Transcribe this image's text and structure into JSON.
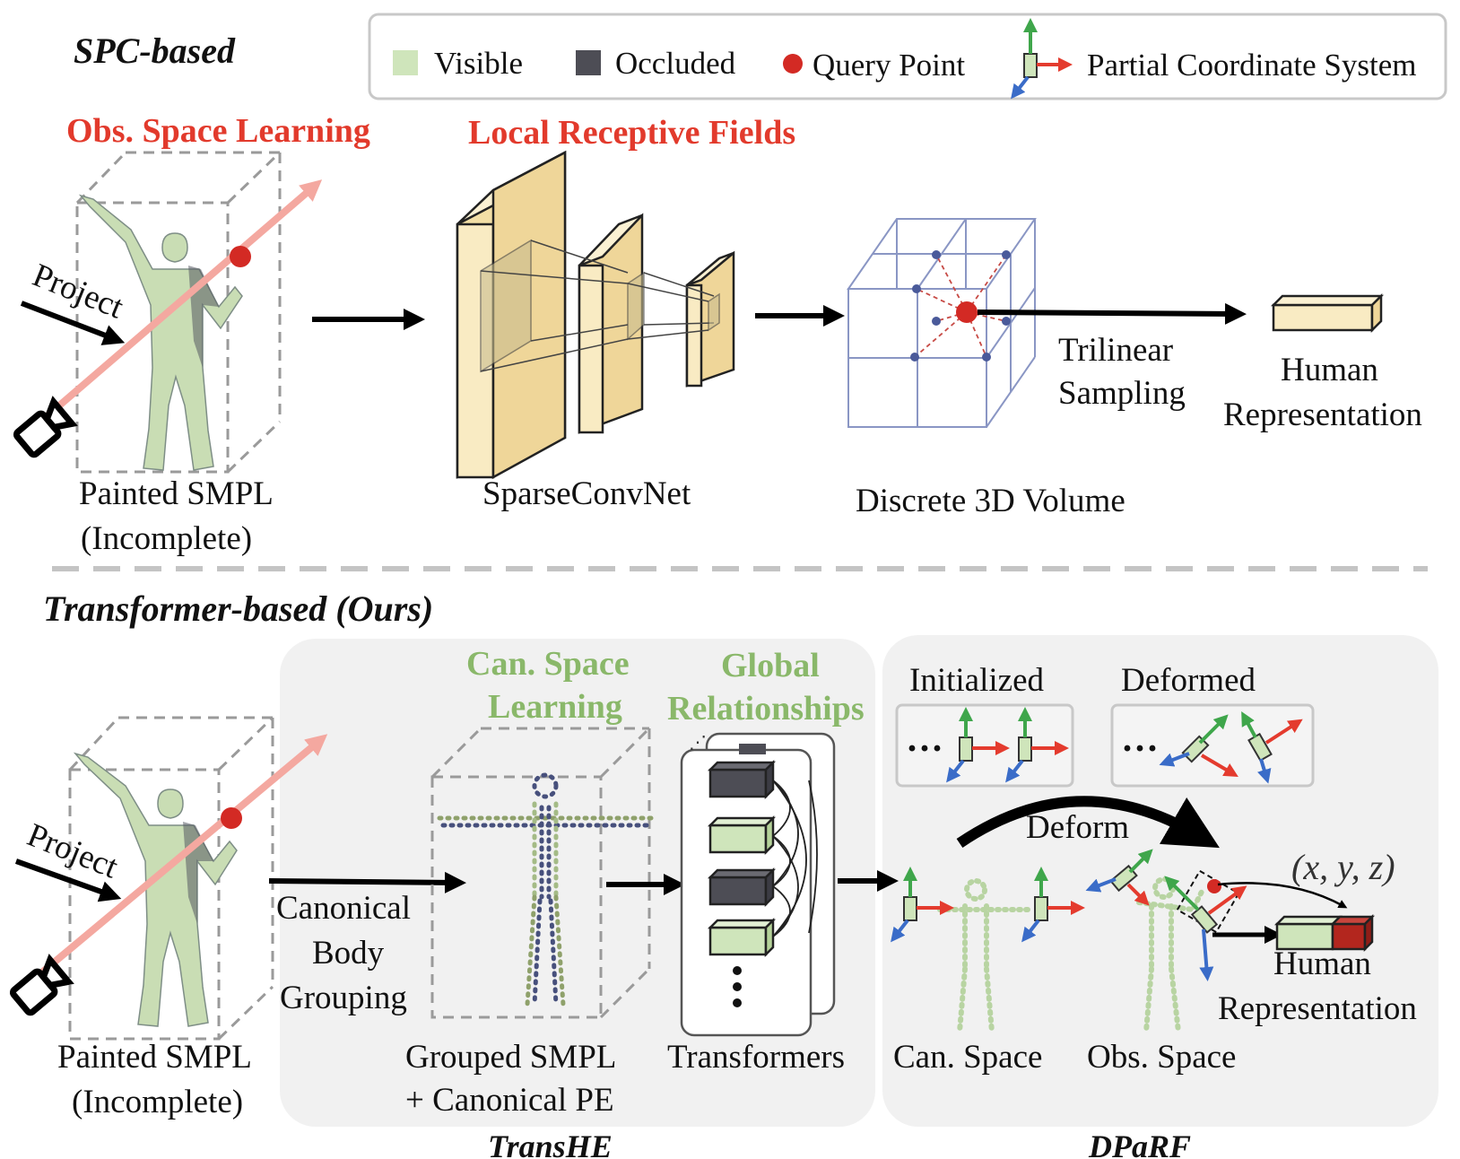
{
  "colors": {
    "visible": "#cfe5bb",
    "occluded": "#4d4d55",
    "query_point": "#d32a24",
    "feature": "#f9ebc3",
    "red_label": "#e23a2c",
    "green_label": "#8ab86a",
    "axis_x": "#e43b2e",
    "axis_y": "#3fa64b",
    "axis_z": "#3a6cc8"
  },
  "legend": {
    "visible": "Visible",
    "occluded": "Occluded",
    "query_point": "Query Point",
    "partial_coordinate_system": "Partial Coordinate System"
  },
  "top": {
    "heading": "SPC-based",
    "obs_space_learning": "Obs.  Space Learning",
    "local_receptive_fields": "Local Receptive Fields",
    "project": "Project",
    "painted_smpl_line1": "Painted SMPL",
    "painted_smpl_line2": "(Incomplete)",
    "sparseconvnet": "SparseConvNet",
    "discrete_volume": "Discrete 3D Volume",
    "trilinear_line1": "Trilinear",
    "trilinear_line2": "Sampling",
    "human_rep_line1": "Human",
    "human_rep_line2": "Representation"
  },
  "bottom": {
    "heading": "Transformer-based (Ours)",
    "project": "Project",
    "painted_smpl_line1": "Painted SMPL",
    "painted_smpl_line2": "(Incomplete)",
    "canonical_line1": "Canonical",
    "canonical_line2": "Body",
    "canonical_line3": "Grouping",
    "can_space_line1": "Can.  Space",
    "can_space_line2": "Learning",
    "global_line1": "Global",
    "global_line2": "Relationships",
    "grouped_line1": "Grouped SMPL",
    "grouped_line2": "+ Canonical PE",
    "transformers": "Transformers",
    "transhe": "TransHE",
    "initialized": "Initialized",
    "deformed": "Deformed",
    "deform": "Deform",
    "xyz": "(x, y, z)",
    "can_space": "Can. Space",
    "obs_space": "Obs. Space",
    "human_rep_line1": "Human",
    "human_rep_line2": "Representation",
    "dparf": "DPaRF"
  }
}
